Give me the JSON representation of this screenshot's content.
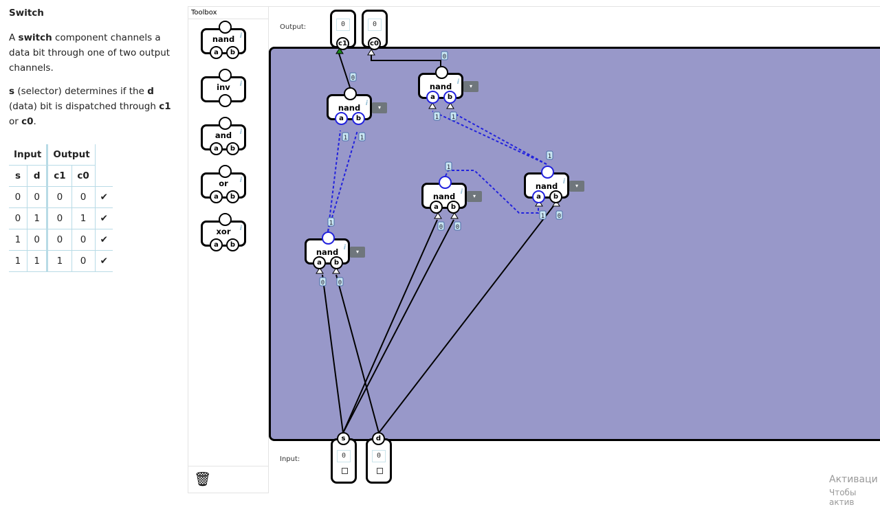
{
  "sidebar": {
    "title": "Switch",
    "p1_pre": "A ",
    "p1_bold": "switch",
    "p1_post": " component channels a data bit through one of two output channels.",
    "p2_s": "s",
    "p2_a": " (selector) determines if the ",
    "p2_d": "d",
    "p2_b": " (data) bit is dispatched through ",
    "p2_c1": "c1",
    "p2_or": " or ",
    "p2_c0": "c0",
    "p2_end": ".",
    "table": {
      "group_input": "Input",
      "group_output": "Output",
      "headers": [
        "s",
        "d",
        "c1",
        "c0"
      ],
      "rows": [
        [
          "0",
          "0",
          "0",
          "0",
          "✔"
        ],
        [
          "0",
          "1",
          "0",
          "1",
          "✔"
        ],
        [
          "1",
          "0",
          "0",
          "0",
          "✔"
        ],
        [
          "1",
          "1",
          "1",
          "0",
          "✔"
        ]
      ]
    }
  },
  "toolbox": {
    "label": "Toolbox",
    "items": [
      "nand",
      "inv",
      "and",
      "or",
      "xor"
    ],
    "trash": "🗑"
  },
  "canvas": {
    "output_label": "Output:",
    "input_label": "Input:",
    "outputs": [
      {
        "name": "c1",
        "value": "0"
      },
      {
        "name": "c0",
        "value": "0"
      }
    ],
    "inputs": [
      {
        "name": "s",
        "value": "0"
      },
      {
        "name": "d",
        "value": "0"
      }
    ],
    "gate_label": "nand",
    "pin_a": "a",
    "pin_b": "b",
    "info": "i",
    "dropdown": "▾",
    "wire_colors": {
      "low": "#000000",
      "high": "#2222dd"
    }
  },
  "watermark": {
    "line1": "Активаци",
    "line2": "Чтобы актив"
  }
}
